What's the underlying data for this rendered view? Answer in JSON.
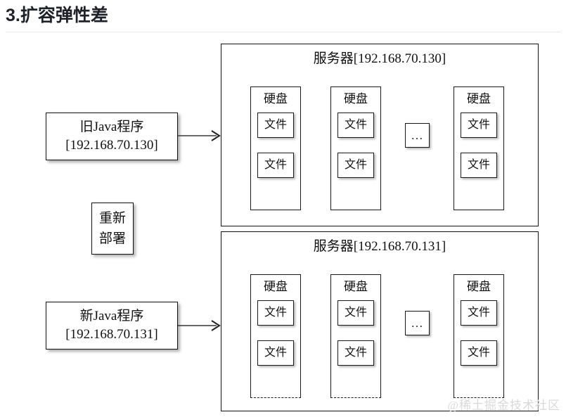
{
  "page": {
    "title": "3.扩容弹性差",
    "watermark": "@稀土掘金技术社区"
  },
  "diagram": {
    "old_program": {
      "line1": "旧Java程序",
      "line2": "[192.168.70.130]"
    },
    "redeploy": {
      "line1": "重新",
      "line2": "部署"
    },
    "new_program": {
      "line1": "新Java程序",
      "line2": "[192.168.70.131]"
    },
    "arrow_icon": "arrow-right",
    "servers": [
      {
        "title": "服务器[192.168.70.130]",
        "disks": [
          {
            "label": "硬盘",
            "files": [
              "文件",
              "文件"
            ]
          },
          {
            "label": "硬盘",
            "files": [
              "文件",
              "文件"
            ]
          },
          {
            "label": "硬盘",
            "files": [
              "文件",
              "文件"
            ]
          }
        ],
        "ellipsis": "..."
      },
      {
        "title": "服务器[192.168.70.131]",
        "disks": [
          {
            "label": "硬盘",
            "files": [
              "文件",
              "文件"
            ]
          },
          {
            "label": "硬盘",
            "files": [
              "文件",
              "文件"
            ]
          },
          {
            "label": "硬盘",
            "files": [
              "文件",
              "文件"
            ]
          }
        ],
        "ellipsis": "..."
      }
    ]
  },
  "colors": {
    "border": "#111111",
    "rule": "#e8e8e8",
    "watermark": "#d9d9d9",
    "text": "#1a1a1a"
  }
}
